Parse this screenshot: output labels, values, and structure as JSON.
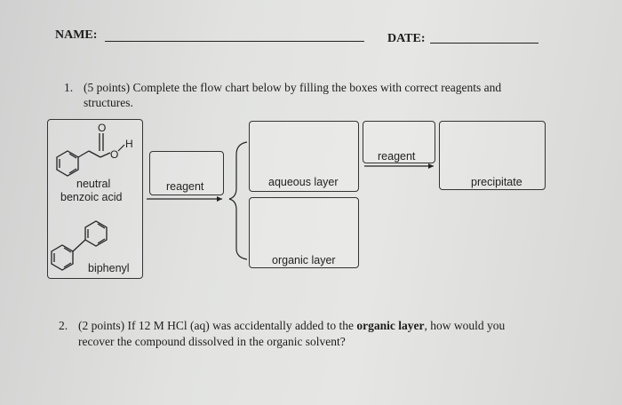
{
  "header": {
    "name_label": "NAME:",
    "date_label": "DATE:"
  },
  "question1": {
    "number": "1.",
    "text_line1": "(5 points) Complete the flow chart below by filling the boxes with correct reagents and",
    "text_line2": "structures."
  },
  "flowchart": {
    "start_labels": [
      "neutral",
      "benzoic acid",
      "biphenyl"
    ],
    "structure_atoms": {
      "oxygen_top": "O",
      "oxygen_side": "O",
      "hydrogen": "H"
    },
    "reagent_box_1": "reagent",
    "aqueous_layer": "aqueous layer",
    "organic_layer": "organic layer",
    "reagent_box_2": "reagent",
    "precipitate": "precipitate"
  },
  "question2": {
    "number": "2.",
    "text_line1_before": "(2 points) If 12 M HCl (aq) was accidentally added to the ",
    "text_line1_bold": "organic layer",
    "text_line1_after": ", how would you",
    "text_line2": "recover the compound dissolved in the organic solvent?"
  }
}
